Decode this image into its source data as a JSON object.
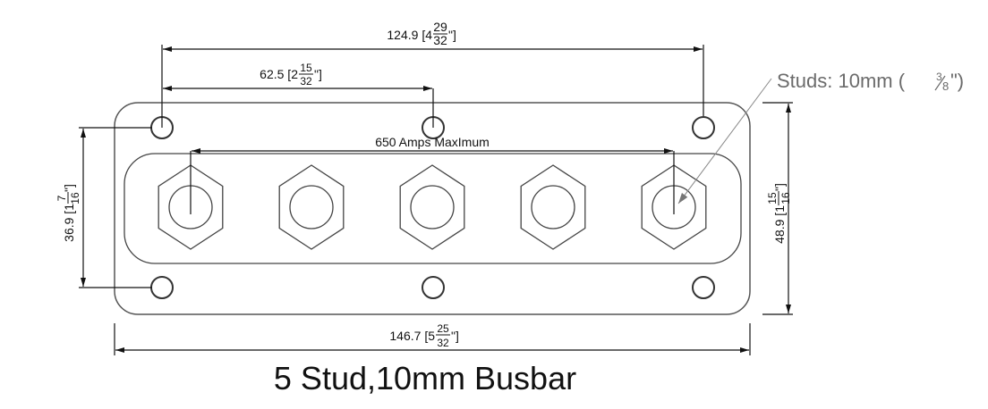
{
  "title": "5 Stud,10mm Busbar",
  "callout": {
    "text": "Studs: 10mm (",
    "num": "3",
    "den": "8",
    "suffix": "\")",
    "color": "#6b6b6b"
  },
  "rating_label": "650 Amps MaxImum",
  "dimensions": {
    "outer_stud_spacing": {
      "mm": "124.9 [4",
      "num": "29",
      "den": "32",
      "close": "\"]"
    },
    "half_stud_spacing": {
      "mm": "62.5 [2",
      "num": "15",
      "den": "32",
      "close": "\"]"
    },
    "hole_vertical_spacing": {
      "mm": "36.9 [1",
      "num": "7",
      "den": "16",
      "close": "\"]"
    },
    "overall_height": {
      "mm": "48.9 [1",
      "num": "15",
      "den": "16",
      "close": "\"]"
    },
    "overall_length": {
      "mm": "146.7 [5",
      "num": "25",
      "den": "32",
      "close": "\"]"
    }
  },
  "stud_count": 5,
  "mounting_hole_count": 6
}
